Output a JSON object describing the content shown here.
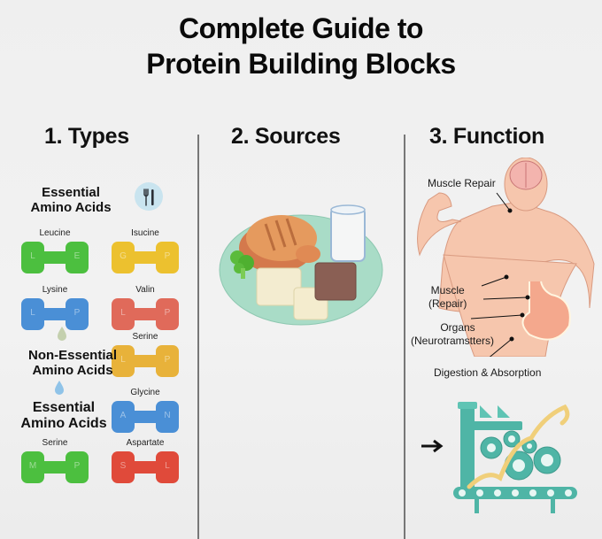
{
  "title": {
    "line1": "Complete Guide to",
    "line2": "Protein Building Blocks"
  },
  "columns": [
    {
      "heading": "1. Types"
    },
    {
      "heading": "2. Sources"
    },
    {
      "heading": "3. Function"
    }
  ],
  "types": {
    "essential_label_1": {
      "line1": "Essential",
      "line2": "Amino Acids"
    },
    "non_essential_label": {
      "line1": "Non-Essential",
      "line2": "Amino Acids"
    },
    "essential_label_2": {
      "line1": "Essential",
      "line2": "Amino Acids"
    },
    "icons": {
      "utensils": "fork-knife-icon",
      "drop_green": "water-drop-icon",
      "drop_blue": "water-drop-icon"
    },
    "dumbbells": [
      {
        "name": "Leucine",
        "left": "L",
        "right": "E",
        "color": "#4cbf3f"
      },
      {
        "name": "Isucine",
        "left": "G",
        "right": "P",
        "color": "#ecc12f"
      },
      {
        "name": "Lysine",
        "left": "L",
        "right": "P",
        "color": "#4a8fd6"
      },
      {
        "name": "Valin",
        "left": "L",
        "right": "P",
        "color": "#e06a5a"
      },
      {
        "name": "Serine",
        "left": "L",
        "right": "P",
        "color": "#e8b23a"
      },
      {
        "name": "Glycine",
        "left": "A",
        "right": "N",
        "color": "#4a8fd6"
      },
      {
        "name": "Serine",
        "left": "M",
        "right": "P",
        "color": "#4cbf3f"
      },
      {
        "name": "Aspartate",
        "left": "S",
        "right": "L",
        "color": "#e04a3a"
      }
    ]
  },
  "sources": {
    "items": [
      "roast chicken",
      "glass of milk",
      "broccoli",
      "tofu",
      "tofu",
      "chocolate"
    ]
  },
  "function": {
    "labels": {
      "muscle_repair_top": "Muscle Repair",
      "muscle_repair": {
        "line1": "Muscle",
        "line2": "(Repair)"
      },
      "organs": {
        "line1": "Organs",
        "line2": "(Neurotramstters)"
      },
      "digestion": "Digestion & Absorption"
    }
  }
}
